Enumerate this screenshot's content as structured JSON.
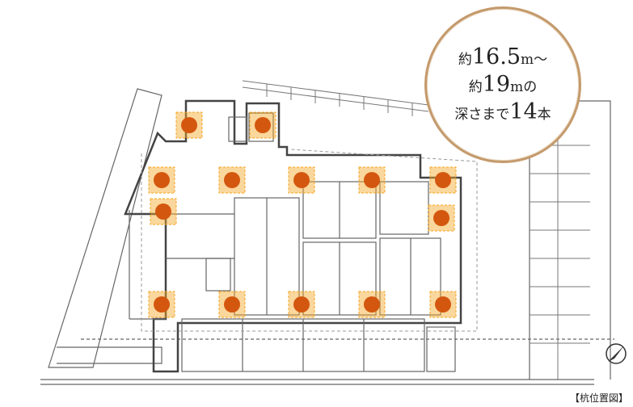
{
  "bubble": {
    "line1": {
      "p1": "約",
      "num": "16.5",
      "unit": "m",
      "tilde": "～"
    },
    "line2": {
      "p1": "約",
      "num": "19",
      "unit": "m",
      "tail": "の"
    },
    "line3": {
      "text": "深さまで",
      "num": "14",
      "tail": "本"
    }
  },
  "caption": "【杭位置図】",
  "colors": {
    "pile": "#d4570f",
    "pile_halo": "#f5a623",
    "bubble_border": "#c49a6c",
    "line": "#555555"
  },
  "pile_count": 14
}
